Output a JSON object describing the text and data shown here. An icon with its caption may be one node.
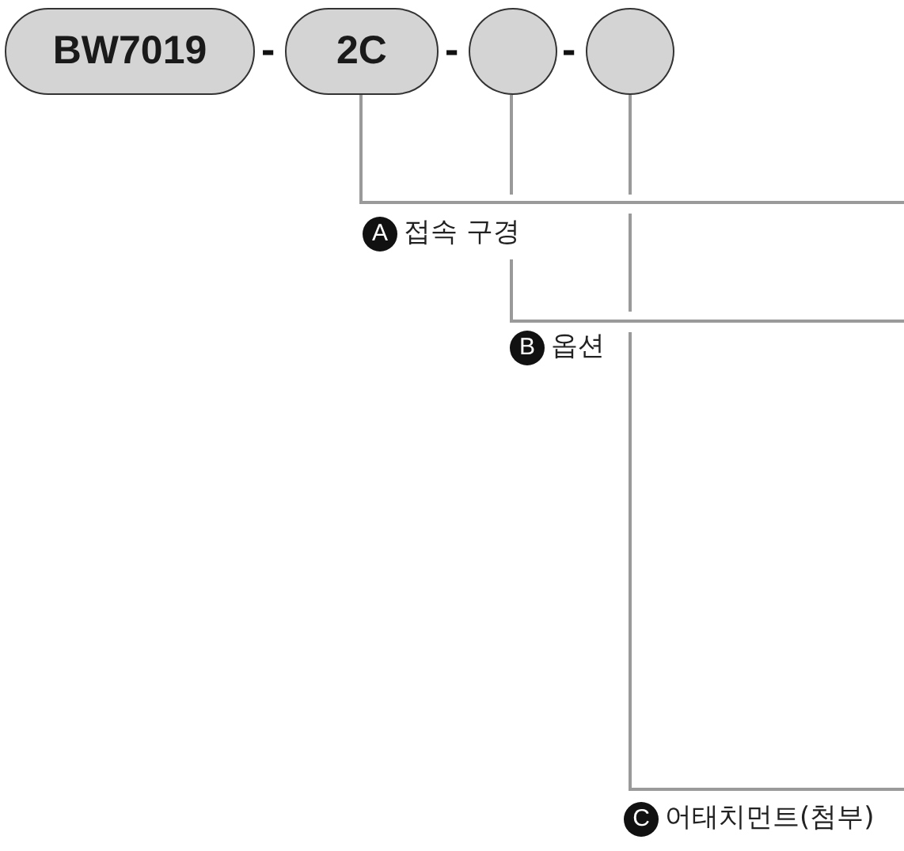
{
  "diagram": {
    "nodes": [
      {
        "text": [
          "BW7019"
        ]
      },
      {
        "text": [
          "2C"
        ]
      },
      {
        "text": [],
        "shape": "circle"
      },
      {
        "text": [],
        "shape": "circle"
      }
    ],
    "edges": [
      {
        "from": 1,
        "to": null,
        "arrow": "none"
      },
      {
        "from": 2,
        "to": null,
        "arrow": "none"
      },
      {
        "from": 3,
        "to": null,
        "arrow": "none"
      }
    ],
    "labels": [
      "-",
      "-",
      "-",
      "A",
      "접속 구경",
      "B",
      "옵션",
      "C",
      "어태치먼트(첨부)"
    ]
  }
}
